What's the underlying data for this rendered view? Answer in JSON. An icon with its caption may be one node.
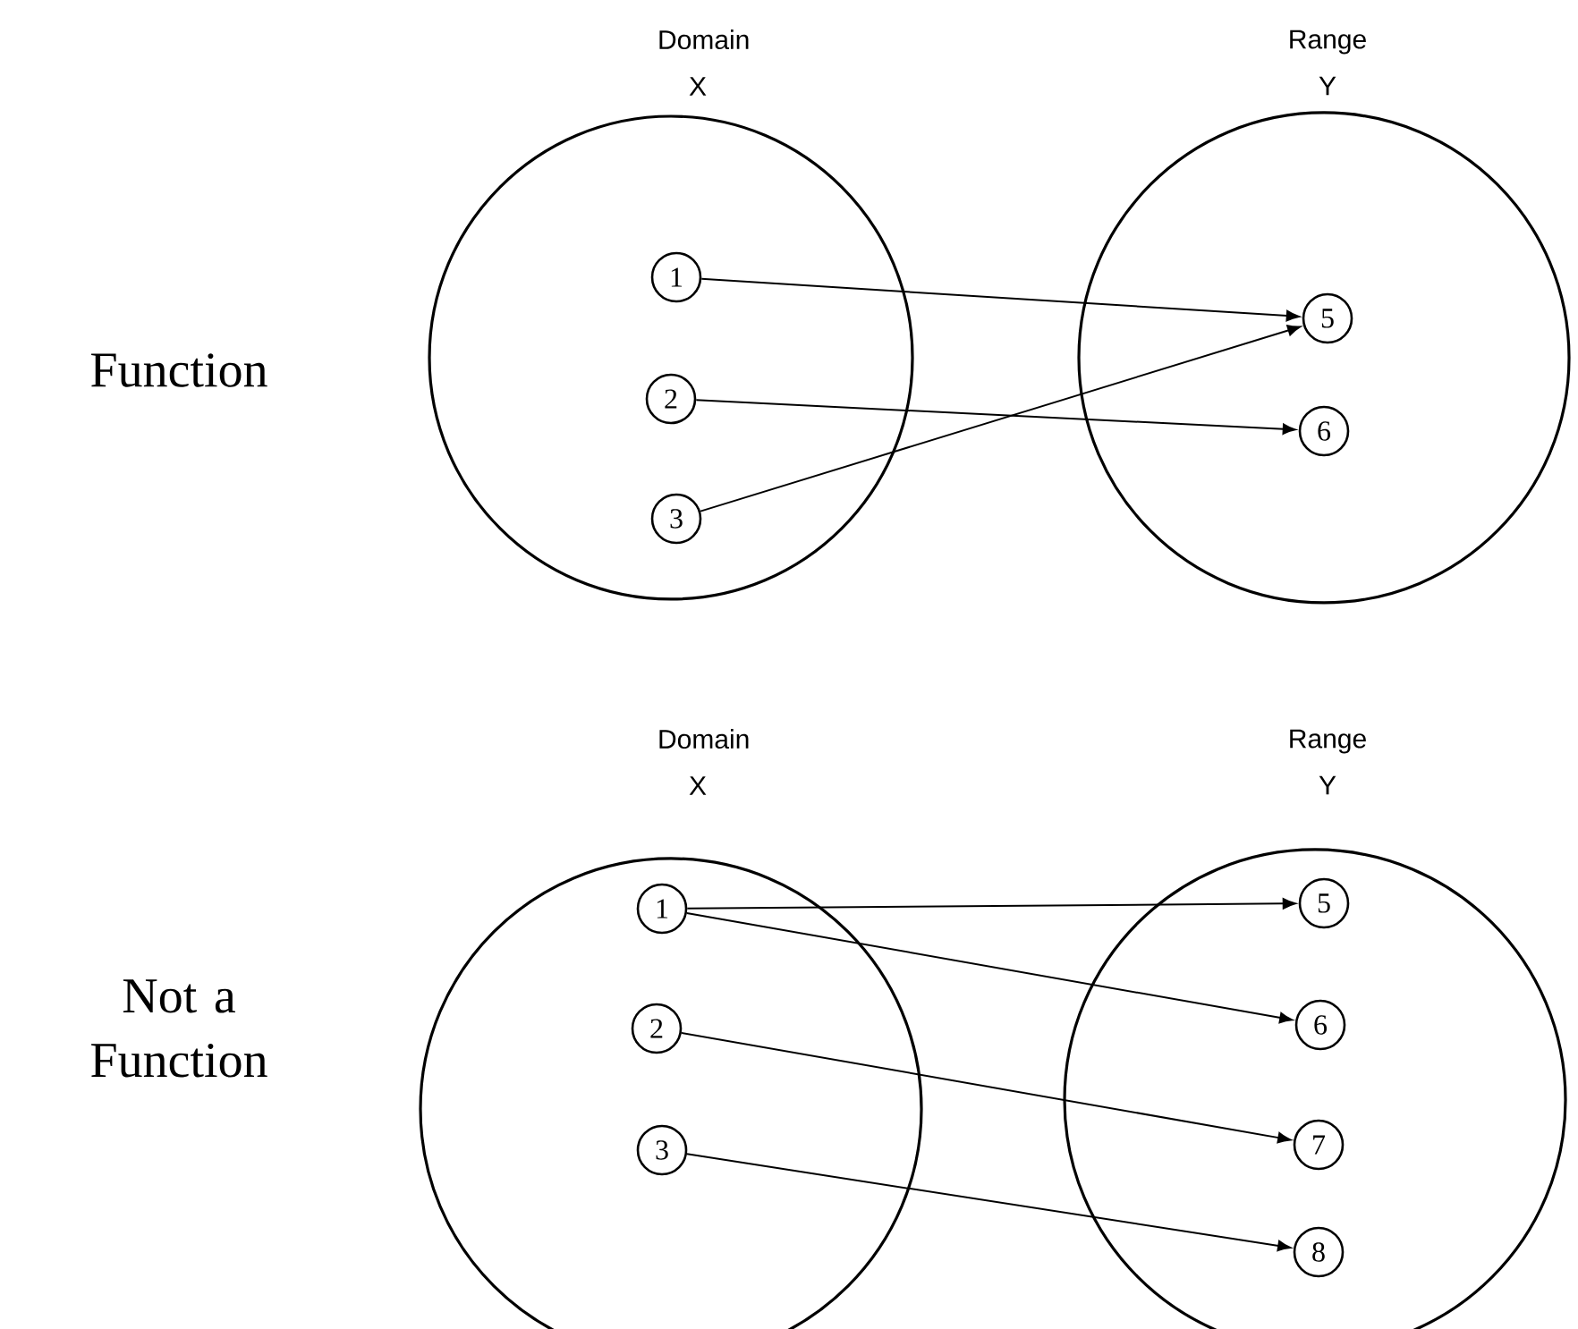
{
  "diagram": {
    "nodes": [
      {
        "text": [
          "Domain X"
        ]
      },
      {
        "text": [
          "1"
        ],
        "in": 0
      },
      {
        "text": [
          "2"
        ],
        "in": 0
      },
      {
        "text": [
          "3"
        ],
        "in": 0
      },
      {
        "text": [
          "Range Y"
        ]
      },
      {
        "text": [
          "5"
        ],
        "in": 4
      },
      {
        "text": [
          "6"
        ],
        "in": 4
      },
      {
        "text": [
          "Domain X"
        ]
      },
      {
        "text": [
          "1"
        ],
        "in": 7
      },
      {
        "text": [
          "2"
        ],
        "in": 7
      },
      {
        "text": [
          "3"
        ],
        "in": 7
      },
      {
        "text": [
          "Range Y"
        ]
      },
      {
        "text": [
          "5"
        ],
        "in": 11
      },
      {
        "text": [
          "6"
        ],
        "in": 11
      },
      {
        "text": [
          "7"
        ],
        "in": 11
      },
      {
        "text": [
          "8"
        ],
        "in": 11
      }
    ],
    "edges": [
      {
        "from": 1,
        "to": 5,
        "arrow": "to"
      },
      {
        "from": 2,
        "to": 6,
        "arrow": "to"
      },
      {
        "from": 3,
        "to": 5,
        "arrow": "to"
      },
      {
        "from": 8,
        "to": 12,
        "arrow": "to"
      },
      {
        "from": 8,
        "to": 13,
        "arrow": "to"
      },
      {
        "from": 9,
        "to": 14,
        "arrow": "to"
      },
      {
        "from": 10,
        "to": 15,
        "arrow": "to"
      }
    ],
    "labels": [
      "Function",
      "Not a Function"
    ]
  }
}
